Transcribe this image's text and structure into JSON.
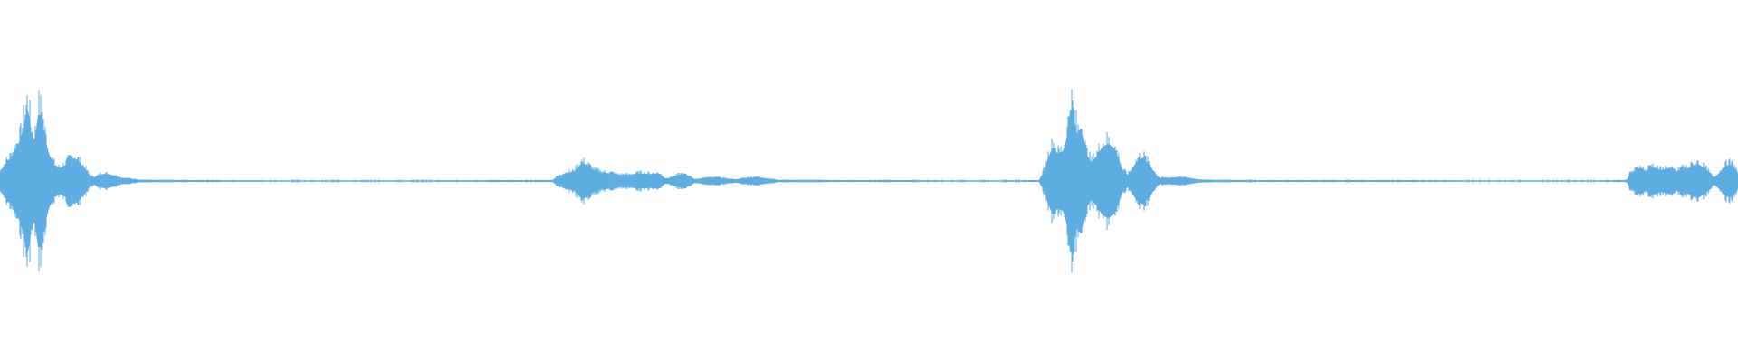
{
  "waveform": {
    "color": "#5dade2",
    "background": "#ffffff",
    "peaks": [
      [
        0.0,
        0.12
      ],
      [
        0.003,
        0.22
      ],
      [
        0.006,
        0.3
      ],
      [
        0.009,
        0.42
      ],
      [
        0.012,
        0.55
      ],
      [
        0.014,
        0.78
      ],
      [
        0.016,
        0.98
      ],
      [
        0.018,
        0.62
      ],
      [
        0.02,
        0.52
      ],
      [
        0.022,
        0.88
      ],
      [
        0.024,
        0.84
      ],
      [
        0.026,
        0.58
      ],
      [
        0.028,
        0.36
      ],
      [
        0.031,
        0.22
      ],
      [
        0.034,
        0.16
      ],
      [
        0.037,
        0.2
      ],
      [
        0.04,
        0.26
      ],
      [
        0.043,
        0.3
      ],
      [
        0.046,
        0.24
      ],
      [
        0.049,
        0.16
      ],
      [
        0.052,
        0.06
      ],
      [
        0.055,
        0.05
      ],
      [
        0.058,
        0.09
      ],
      [
        0.062,
        0.09
      ],
      [
        0.066,
        0.07
      ],
      [
        0.07,
        0.04
      ],
      [
        0.075,
        0.03
      ],
      [
        0.08,
        0.018
      ],
      [
        0.09,
        0.015
      ],
      [
        0.11,
        0.012
      ],
      [
        0.15,
        0.01
      ],
      [
        0.2,
        0.01
      ],
      [
        0.25,
        0.01
      ],
      [
        0.3,
        0.012
      ],
      [
        0.318,
        0.012
      ],
      [
        0.32,
        0.05
      ],
      [
        0.325,
        0.1
      ],
      [
        0.33,
        0.12
      ],
      [
        0.335,
        0.24
      ],
      [
        0.338,
        0.2
      ],
      [
        0.342,
        0.14
      ],
      [
        0.347,
        0.11
      ],
      [
        0.352,
        0.1
      ],
      [
        0.356,
        0.08
      ],
      [
        0.362,
        0.08
      ],
      [
        0.368,
        0.1
      ],
      [
        0.374,
        0.09
      ],
      [
        0.379,
        0.1
      ],
      [
        0.383,
        0.03
      ],
      [
        0.388,
        0.06
      ],
      [
        0.392,
        0.09
      ],
      [
        0.397,
        0.06
      ],
      [
        0.4,
        0.02
      ],
      [
        0.405,
        0.04
      ],
      [
        0.412,
        0.05
      ],
      [
        0.418,
        0.03
      ],
      [
        0.424,
        0.02
      ],
      [
        0.43,
        0.04
      ],
      [
        0.436,
        0.05
      ],
      [
        0.442,
        0.03
      ],
      [
        0.448,
        0.015
      ],
      [
        0.46,
        0.015
      ],
      [
        0.48,
        0.012
      ],
      [
        0.5,
        0.012
      ],
      [
        0.52,
        0.012
      ],
      [
        0.54,
        0.01
      ],
      [
        0.56,
        0.01
      ],
      [
        0.58,
        0.01
      ],
      [
        0.598,
        0.012
      ],
      [
        0.6,
        0.1
      ],
      [
        0.603,
        0.3
      ],
      [
        0.606,
        0.45
      ],
      [
        0.609,
        0.34
      ],
      [
        0.612,
        0.4
      ],
      [
        0.614,
        0.58
      ],
      [
        0.616,
        0.99
      ],
      [
        0.618,
        0.8
      ],
      [
        0.62,
        0.6
      ],
      [
        0.622,
        0.7
      ],
      [
        0.625,
        0.36
      ],
      [
        0.628,
        0.24
      ],
      [
        0.631,
        0.32
      ],
      [
        0.634,
        0.44
      ],
      [
        0.637,
        0.48
      ],
      [
        0.64,
        0.45
      ],
      [
        0.643,
        0.34
      ],
      [
        0.646,
        0.14
      ],
      [
        0.649,
        0.08
      ],
      [
        0.652,
        0.18
      ],
      [
        0.655,
        0.28
      ],
      [
        0.658,
        0.3
      ],
      [
        0.661,
        0.22
      ],
      [
        0.664,
        0.12
      ],
      [
        0.667,
        0.04
      ],
      [
        0.672,
        0.04
      ],
      [
        0.678,
        0.05
      ],
      [
        0.684,
        0.04
      ],
      [
        0.69,
        0.02
      ],
      [
        0.7,
        0.015
      ],
      [
        0.72,
        0.012
      ],
      [
        0.76,
        0.012
      ],
      [
        0.8,
        0.012
      ],
      [
        0.84,
        0.01
      ],
      [
        0.88,
        0.01
      ],
      [
        0.92,
        0.01
      ],
      [
        0.936,
        0.012
      ],
      [
        0.938,
        0.1
      ],
      [
        0.941,
        0.14
      ],
      [
        0.944,
        0.18
      ],
      [
        0.947,
        0.12
      ],
      [
        0.95,
        0.2
      ],
      [
        0.953,
        0.16
      ],
      [
        0.956,
        0.14
      ],
      [
        0.959,
        0.17
      ],
      [
        0.962,
        0.14
      ],
      [
        0.965,
        0.12
      ],
      [
        0.968,
        0.18
      ],
      [
        0.971,
        0.16
      ],
      [
        0.974,
        0.2
      ],
      [
        0.977,
        0.22
      ],
      [
        0.98,
        0.18
      ],
      [
        0.983,
        0.12
      ],
      [
        0.986,
        0.04
      ],
      [
        0.989,
        0.1
      ],
      [
        0.992,
        0.18
      ],
      [
        0.995,
        0.22
      ],
      [
        0.998,
        0.18
      ],
      [
        1.0,
        0.1
      ]
    ]
  }
}
